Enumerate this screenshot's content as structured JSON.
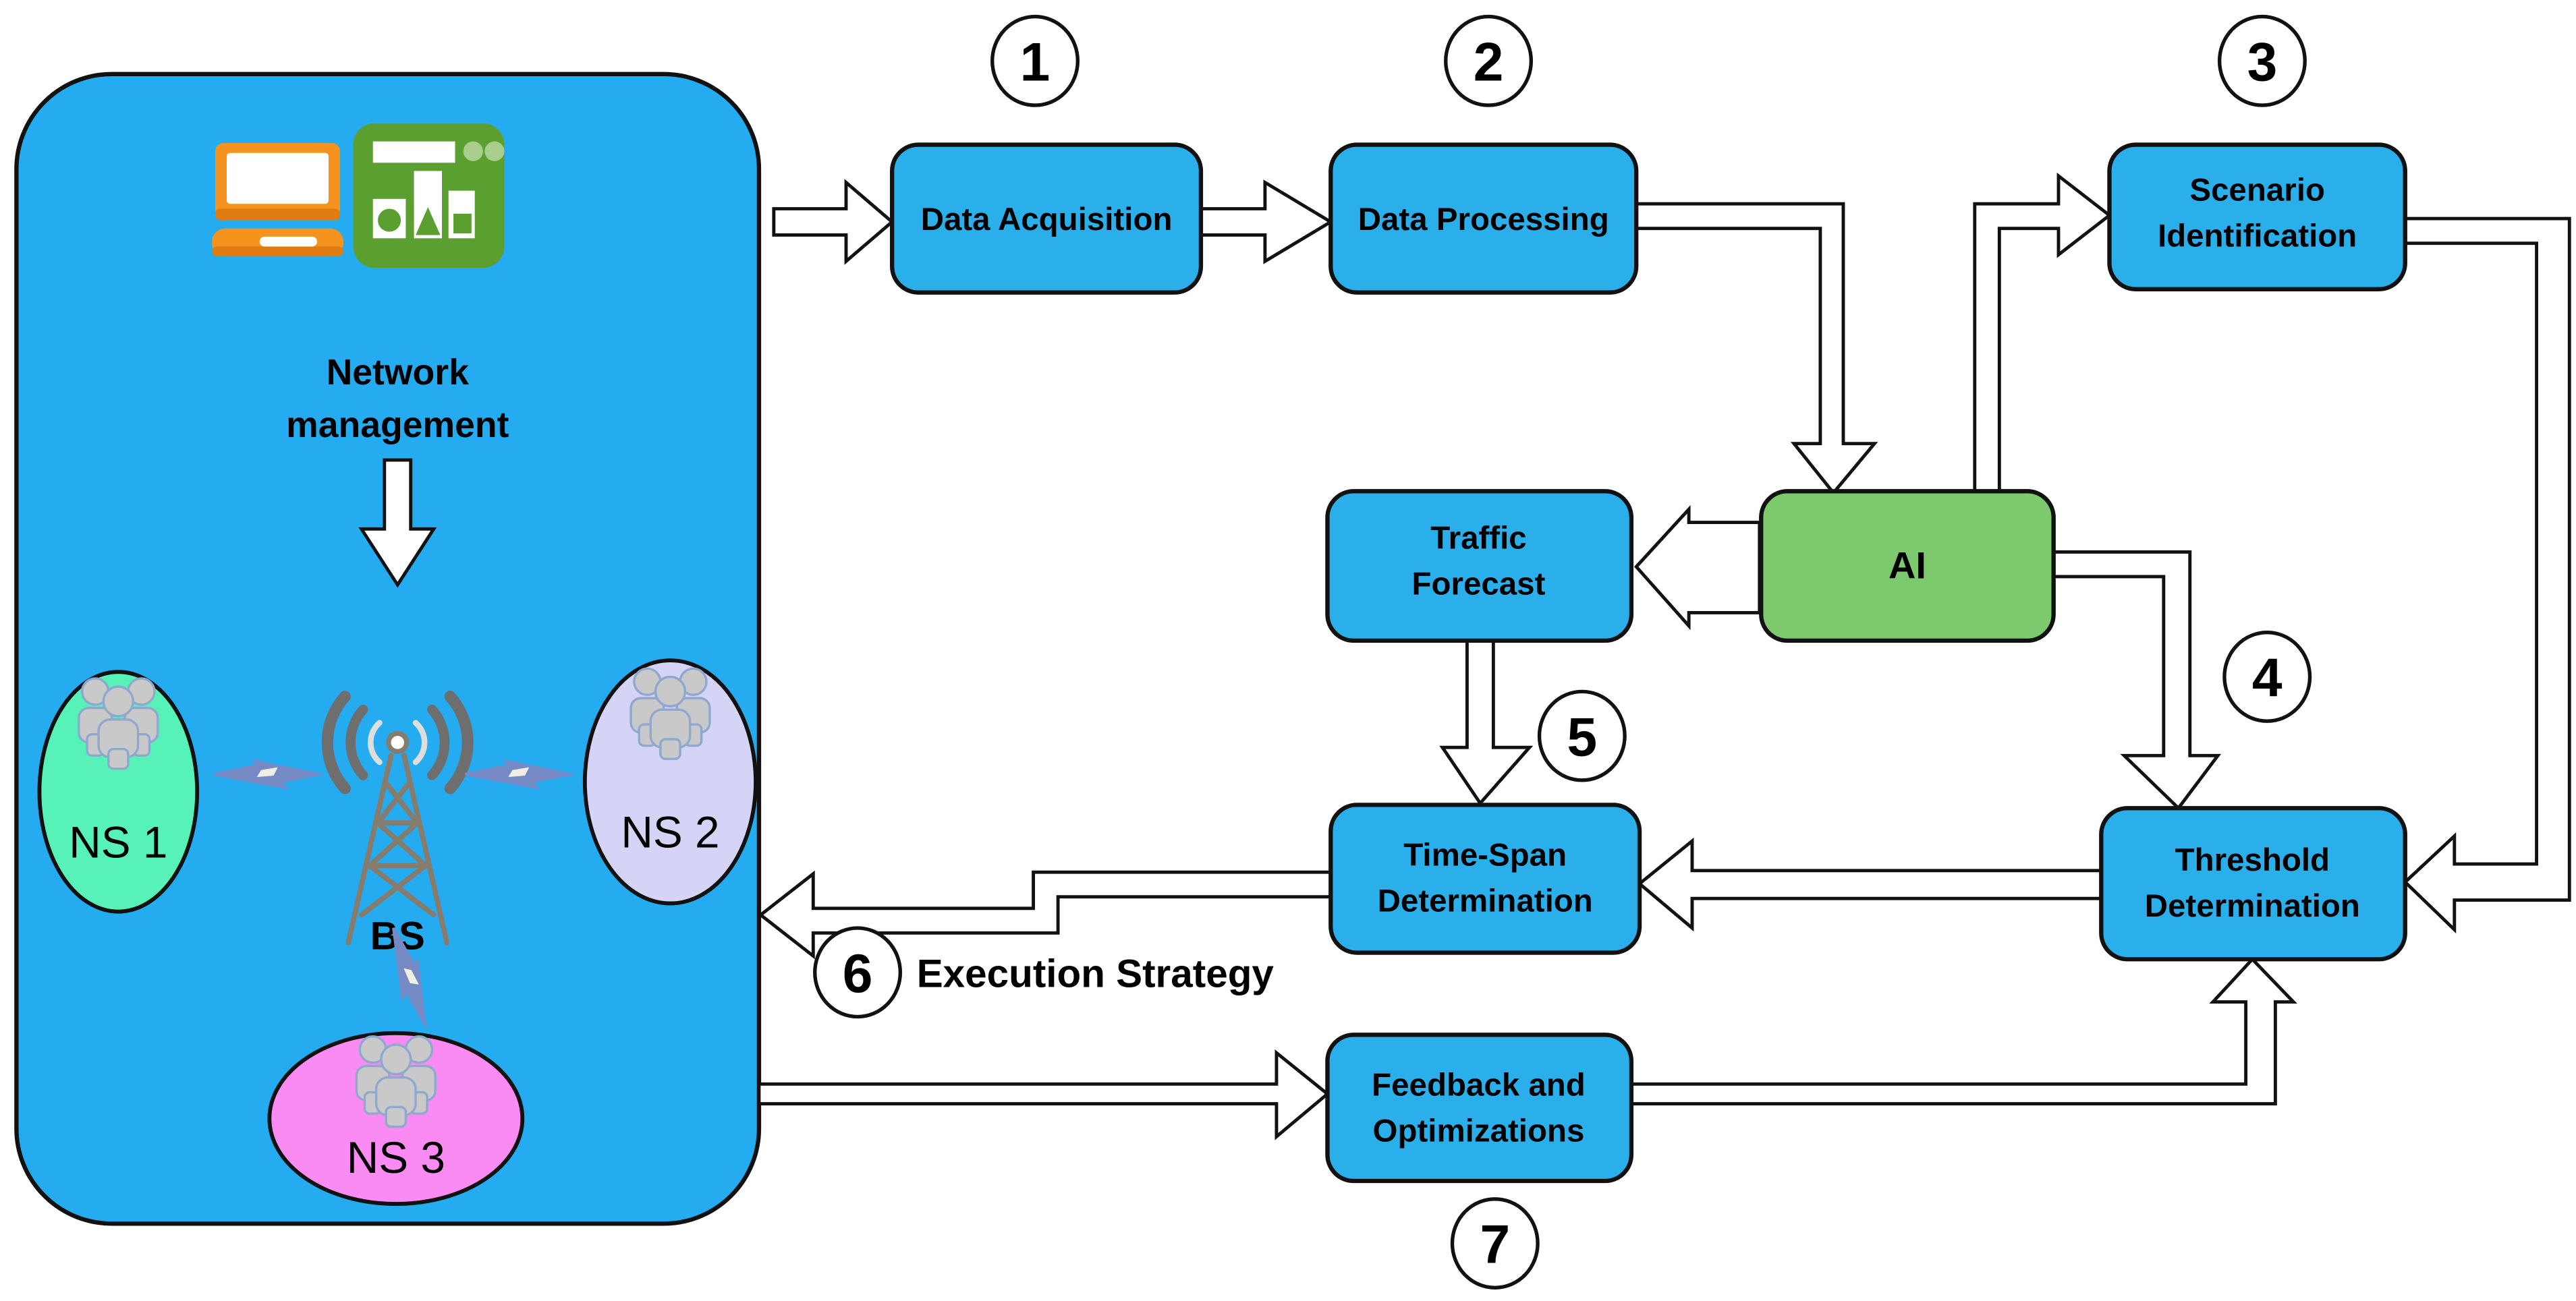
{
  "container": {
    "title_line1": "Network",
    "title_line2": "management",
    "bs_label": "BS",
    "slices": [
      {
        "label": "NS 1",
        "color": "#57F2B7"
      },
      {
        "label": "NS 2",
        "color": "#D6D4F6"
      },
      {
        "label": "NS 3",
        "color": "#F98BF2"
      }
    ]
  },
  "flow": {
    "data_acquisition": {
      "number": "1",
      "label": "Data Acquisition"
    },
    "data_processing": {
      "number": "2",
      "label": "Data Processing"
    },
    "scenario_identification": {
      "number": "3",
      "line1": "Scenario",
      "line2": "Identification"
    },
    "ai": {
      "label": "AI"
    },
    "traffic_forecast": {
      "line1": "Traffic",
      "line2": "Forecast"
    },
    "threshold_determination": {
      "number": "4",
      "line1": "Threshold",
      "line2": "Determination"
    },
    "time_span_determination": {
      "number": "5",
      "line1": "Time-Span",
      "line2": "Determination"
    },
    "execution_strategy": {
      "number": "6",
      "label": "Execution Strategy"
    },
    "feedback_optimizations": {
      "number": "7",
      "line1": "Feedback and",
      "line2": "Optimizations"
    }
  },
  "colors": {
    "container_blue": "#25ACF0",
    "box_blue": "#2BAFEA",
    "ai_green": "#7CC96E",
    "icon_orange": "#F6921E",
    "icon_orange_dark": "#E07B12",
    "icon_green": "#5C9F31",
    "icon_green_light": "#A9CD8C",
    "bolt_blue": "#7589C4",
    "tower_gray": "#857C6E",
    "wave_gray": "#6E6E6E",
    "people_gray": "#C9C9C9"
  }
}
